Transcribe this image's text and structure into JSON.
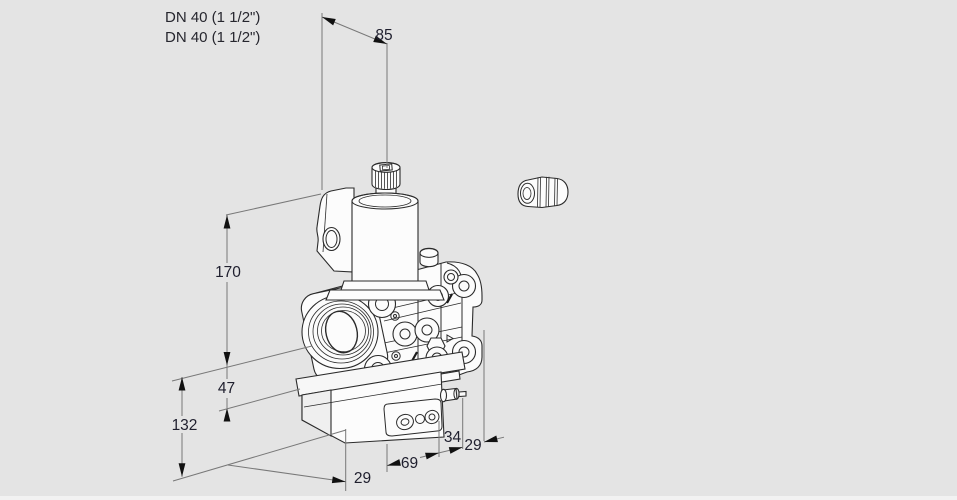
{
  "annotations": {
    "dn_label_line1": "DN 40 (1 1/2\")",
    "dn_label_line2": "DN 40 (1 1/2\")"
  },
  "dimensions_mm": {
    "top_width": "85",
    "height_flange_to_top": "170",
    "flange_to_body_bottom": "47",
    "flange_to_base": "132",
    "depth_left": "29",
    "base_width": "69",
    "offset_mid": "34",
    "offset_right": "29"
  },
  "colors": {
    "background": "#e4e4e4",
    "bottom_strip": "#f2f2f2",
    "part_line": "#2b2b2b",
    "dimension_line": "#787878",
    "text": "#1f1f2e"
  }
}
